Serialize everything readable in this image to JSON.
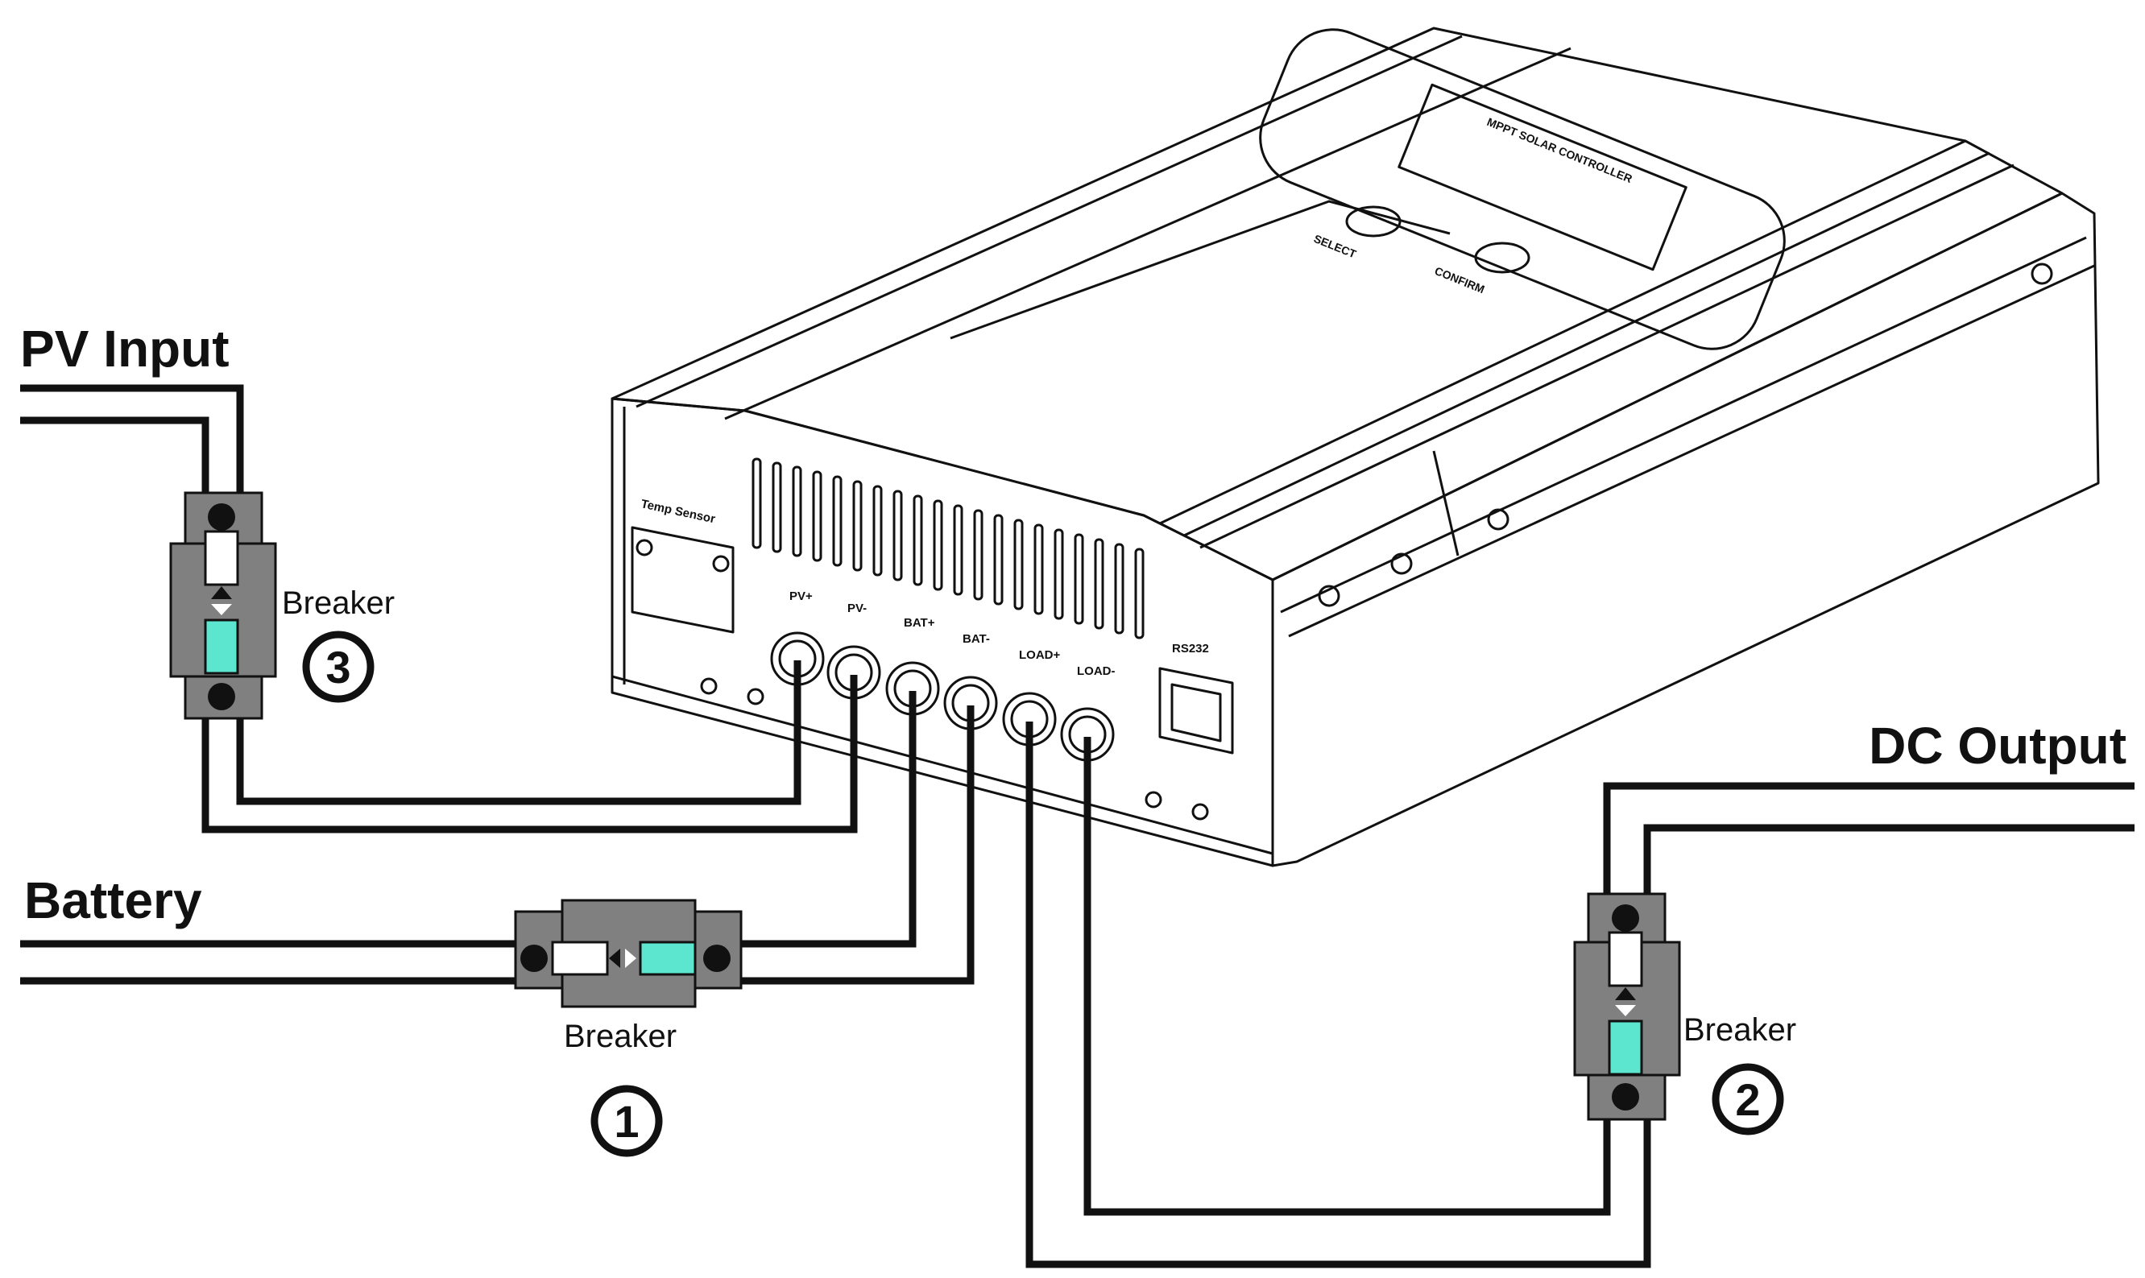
{
  "labels": {
    "pv_input": "PV Input",
    "battery": "Battery",
    "dc_output": "DC Output",
    "breaker_1": "Breaker",
    "breaker_2": "Breaker",
    "breaker_3": "Breaker",
    "num_1": "1",
    "num_2": "2",
    "num_3": "3"
  },
  "device": {
    "brand_label": "MPPT SOLAR CONTROLLER",
    "select_button": "SELECT",
    "confirm_button": "CONFIRM",
    "temp_sensor": "Temp Sensor",
    "rs232": "RS232",
    "terminals": [
      "PV+",
      "PV-",
      "BAT+",
      "BAT-",
      "LOAD+",
      "LOAD-"
    ]
  },
  "colors": {
    "line": "#111111",
    "breaker_body": "#808080",
    "breaker_on": "#5ce6cf",
    "breaker_off": "#ffffff"
  }
}
